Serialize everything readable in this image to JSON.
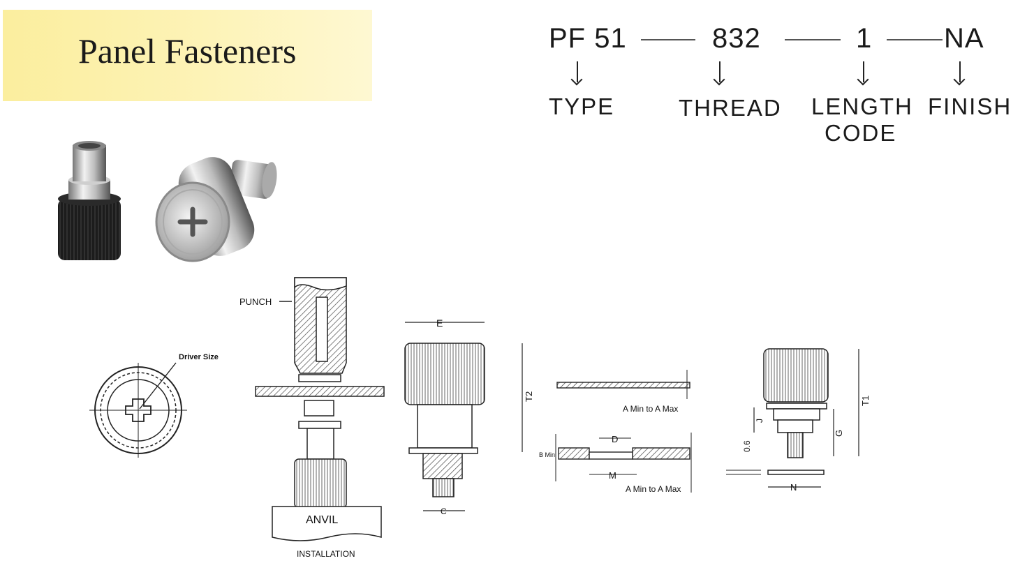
{
  "title": "Panel Fasteners",
  "part_code": {
    "segments": [
      {
        "code": "PF 51",
        "label": "TYPE"
      },
      {
        "code": "832",
        "label": "THREAD"
      },
      {
        "code": "1",
        "label": "LENGTH",
        "label2": "CODE"
      },
      {
        "code": "NA",
        "label": "FINISH"
      }
    ]
  },
  "diagram_labels": {
    "driver_size": "Driver Size",
    "punch": "PUNCH",
    "anvil": "ANVIL",
    "installation": "INSTALLATION",
    "e": "E",
    "t2": "T2",
    "c": "C",
    "a_range_top": "A Min to A Max",
    "d": "D",
    "b_min": "B Min",
    "m": "M",
    "a_range_bottom": "A Min to A Max",
    "t1": "T1",
    "g": "G",
    "j": "J",
    "offset": "0.6",
    "n": "N"
  }
}
